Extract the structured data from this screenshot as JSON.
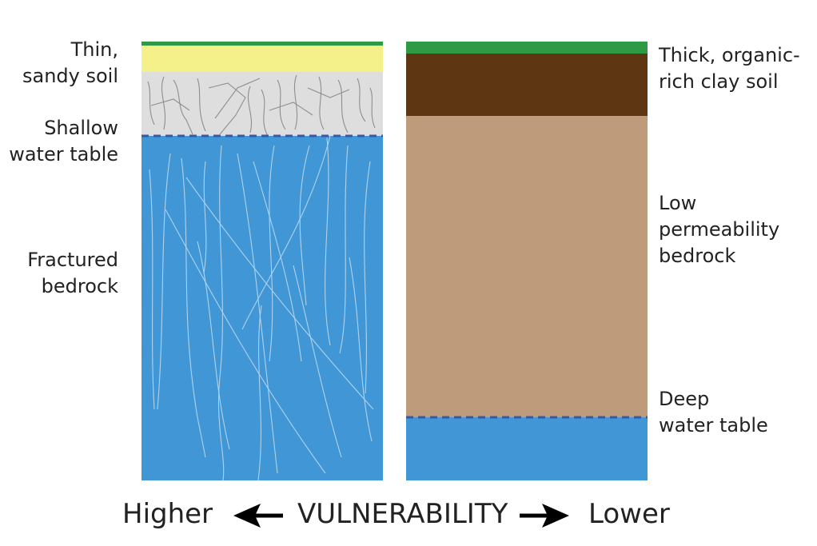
{
  "left_column": {
    "labels": {
      "soil": [
        "Thin,",
        "sandy soil"
      ],
      "water_table": [
        "Shallow",
        "water table"
      ],
      "bedrock": [
        "Fractured",
        "bedrock"
      ]
    }
  },
  "right_column": {
    "labels": {
      "soil": [
        "Thick, organic-",
        "rich clay soil"
      ],
      "bedrock": [
        "Low",
        "permeability",
        "bedrock"
      ],
      "water_table": [
        "Deep",
        "water table"
      ]
    }
  },
  "scale": {
    "higher": "Higher",
    "title": "VULNERABILITY",
    "lower": "Lower"
  },
  "colors": {
    "grass": "#2e9a45",
    "sandy_soil": "#f4f08a",
    "unsaturated_zone": "#dedede",
    "water": "#4196d6",
    "clay_soil": "#5e3712",
    "bedrock": "#bd9b7b",
    "water_table_line": "#3a58a8"
  }
}
